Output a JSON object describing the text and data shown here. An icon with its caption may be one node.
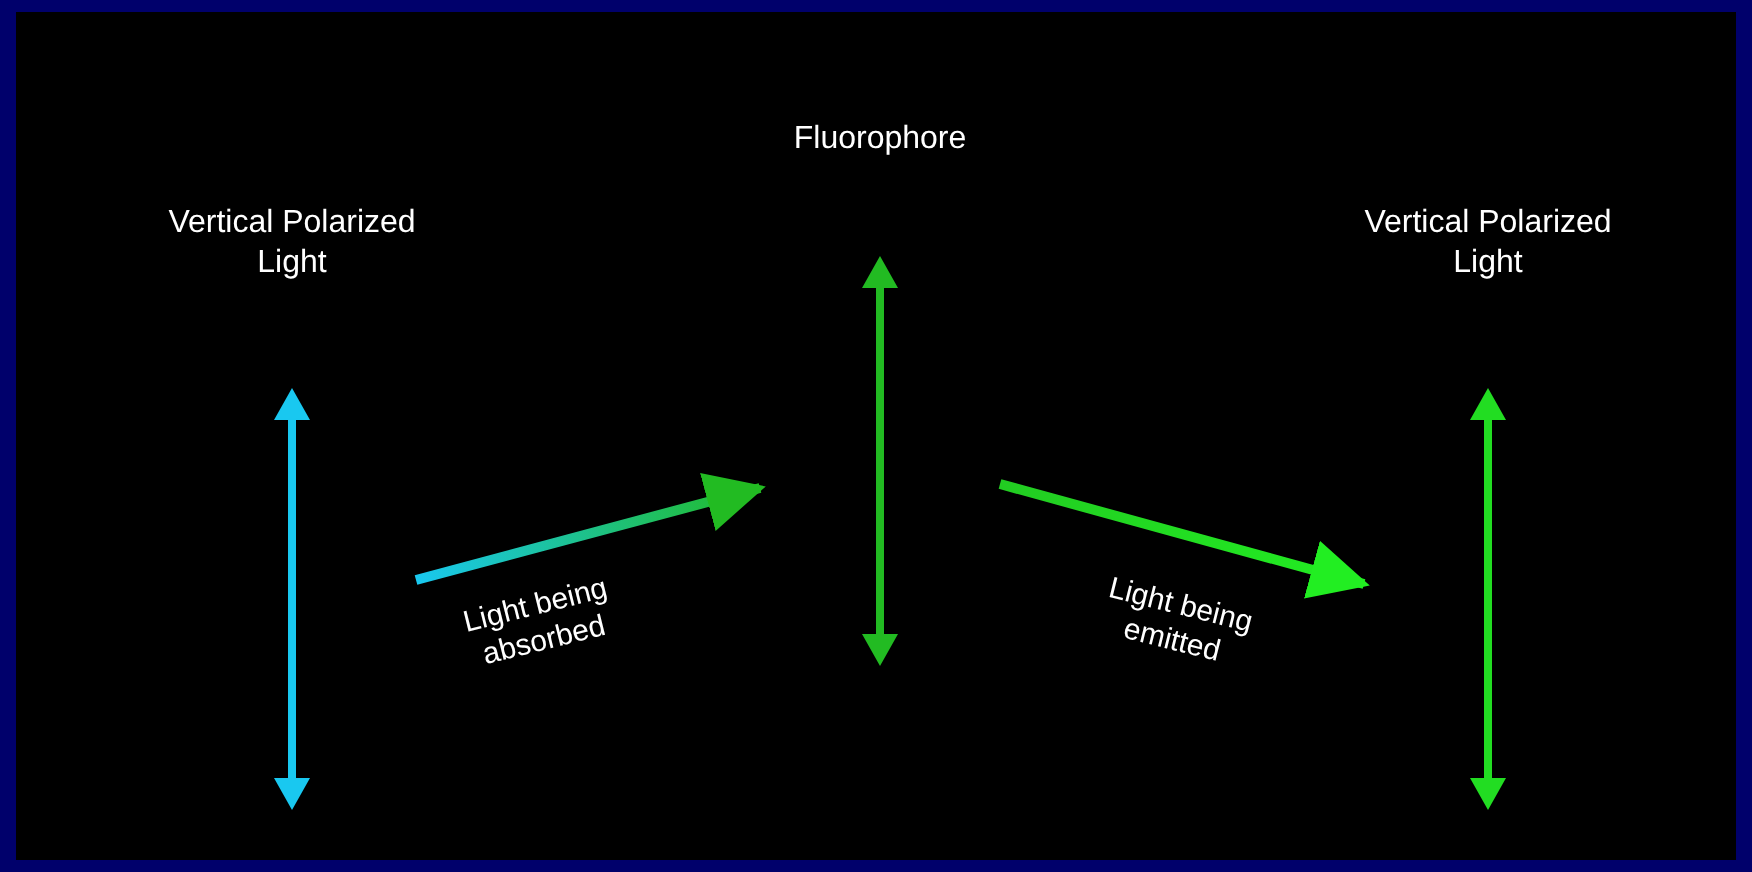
{
  "diagram": {
    "nodes": [
      {
        "text": [
          "Vertical Polarized Light"
        ]
      },
      {
        "text": [
          "Fluorophore"
        ]
      },
      {
        "text": [
          "Vertical Polarized Light"
        ]
      }
    ],
    "edges": [
      {
        "from": 0,
        "to": 1,
        "arrow": "to",
        "label": "Light being absorbed"
      },
      {
        "from": 1,
        "to": 2,
        "arrow": "to",
        "label": "Light being emitted"
      }
    ]
  }
}
